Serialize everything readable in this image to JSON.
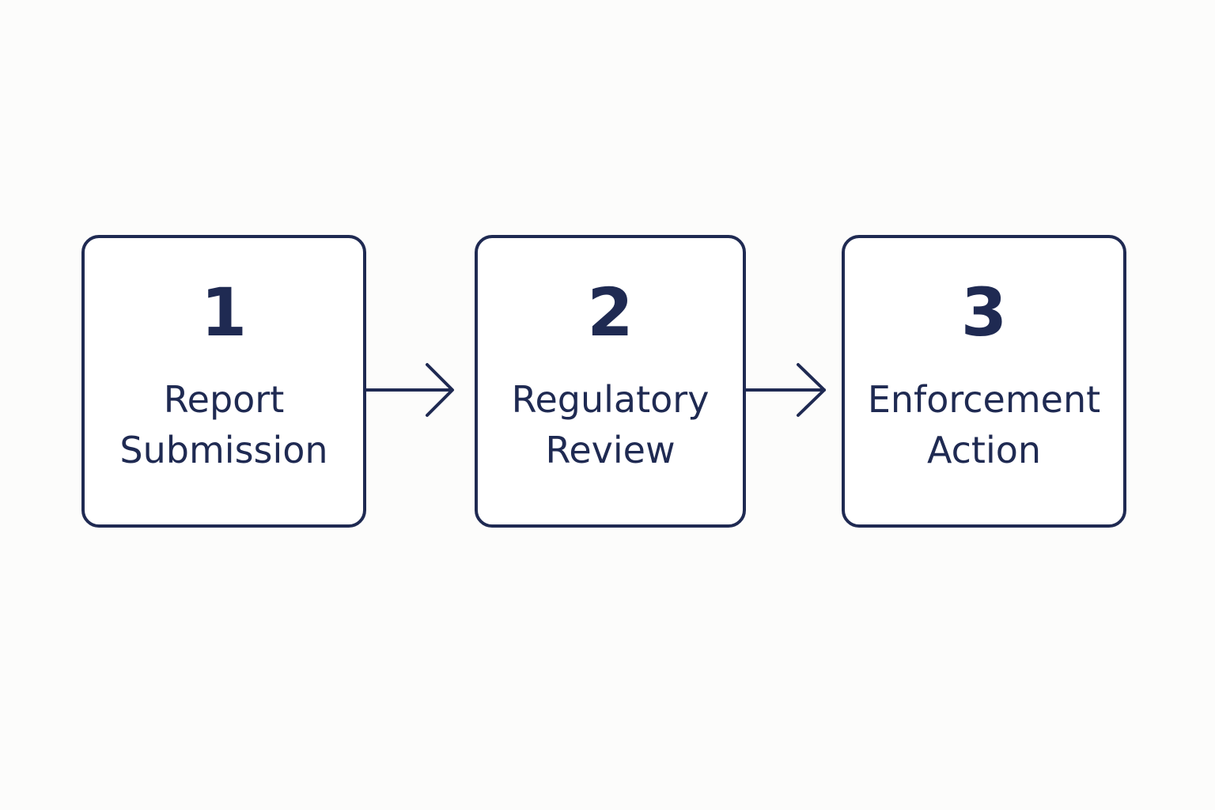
{
  "diagram": {
    "colors": {
      "ink": "#1f2a52",
      "background": "#fcfcfb",
      "box_fill": "#ffffff"
    },
    "steps": [
      {
        "number": "1",
        "label_line1": "Report",
        "label_line2": "Submission"
      },
      {
        "number": "2",
        "label_line1": "Regulatory",
        "label_line2": "Review"
      },
      {
        "number": "3",
        "label_line1": "Enforcement",
        "label_line2": "Action"
      }
    ],
    "connectors": [
      {
        "from": "1",
        "to": "2",
        "icon": "arrow-right-icon"
      },
      {
        "from": "2",
        "to": "3",
        "icon": "arrow-right-icon"
      }
    ]
  }
}
